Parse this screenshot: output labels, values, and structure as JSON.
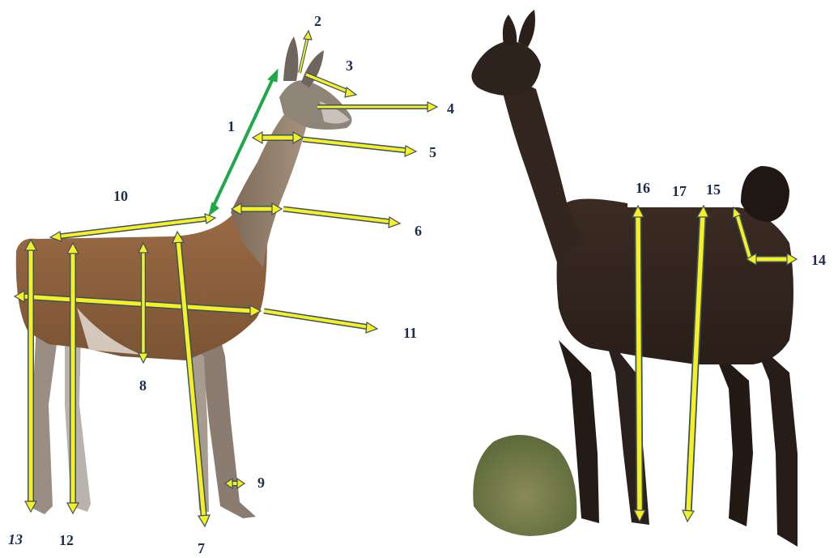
{
  "figure": {
    "left_animal": "light-brown llama (side view)",
    "right_animal": "dark brown alpaca/llama (side view)",
    "labels": [
      "1",
      "2",
      "3",
      "4",
      "5",
      "6",
      "7",
      "8",
      "9",
      "10",
      "11",
      "12",
      "13",
      "14",
      "15",
      "16",
      "17"
    ]
  },
  "colors": {
    "arrow_fill": "#f5f01e",
    "arrow_outline": "#3a4f6a",
    "green_arrow": "#1ea84a",
    "label_text": "#1f2d4d",
    "left_coat": "#8a5f3c",
    "right_coat": "#3a2a22"
  }
}
